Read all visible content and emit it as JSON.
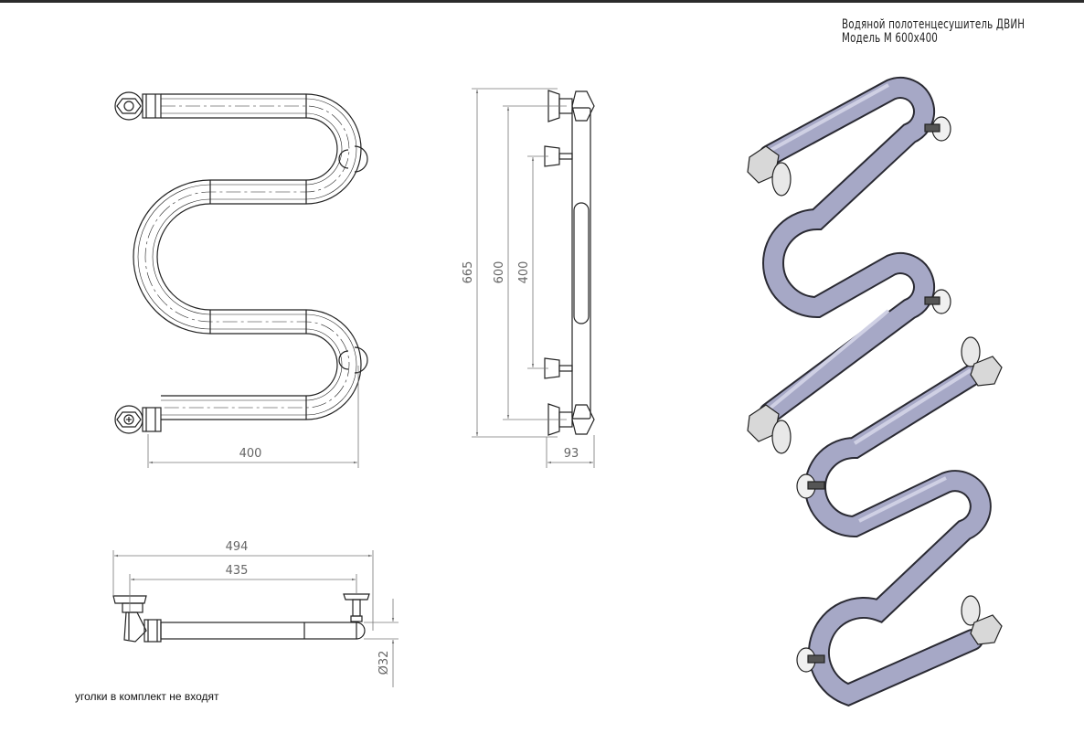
{
  "title": {
    "line1": "Водяной полотенцесушитель ДВИН",
    "line2": "Модель М 600х400"
  },
  "note": "уголки в комплект не входят",
  "dimensions": {
    "front_width": "400",
    "side_overall": "665",
    "side_pipe_centers": "600",
    "side_mounts": "400",
    "side_depth": "93",
    "top_overall": "494",
    "top_inner": "435",
    "pipe_diameter": "Ø32"
  },
  "colors": {
    "line": "#222222",
    "dimension": "#777777",
    "pipe_fill": "#a6a8c6",
    "pipe_stroke": "#2a2a33"
  }
}
